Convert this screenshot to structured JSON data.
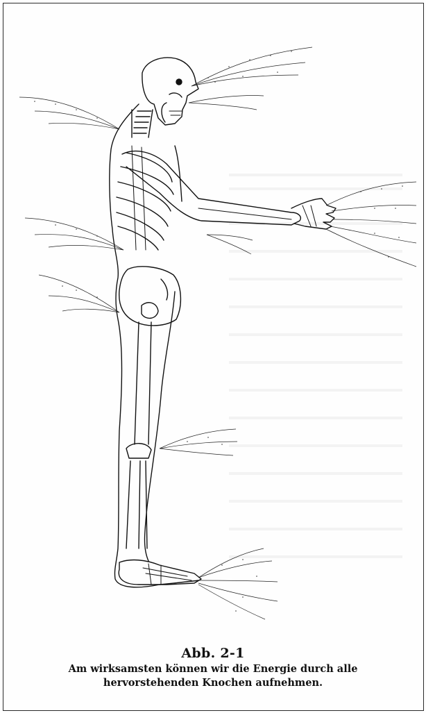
{
  "caption": {
    "title": "Abb. 2-1",
    "line1": "Am wirksamsten können wir die Energie durch alle",
    "line2": "hervorstehenden Knochen aufnehmen."
  },
  "colors": {
    "ink": "#111111",
    "paper": "#fefefe",
    "frame": "#2a2a2a"
  }
}
